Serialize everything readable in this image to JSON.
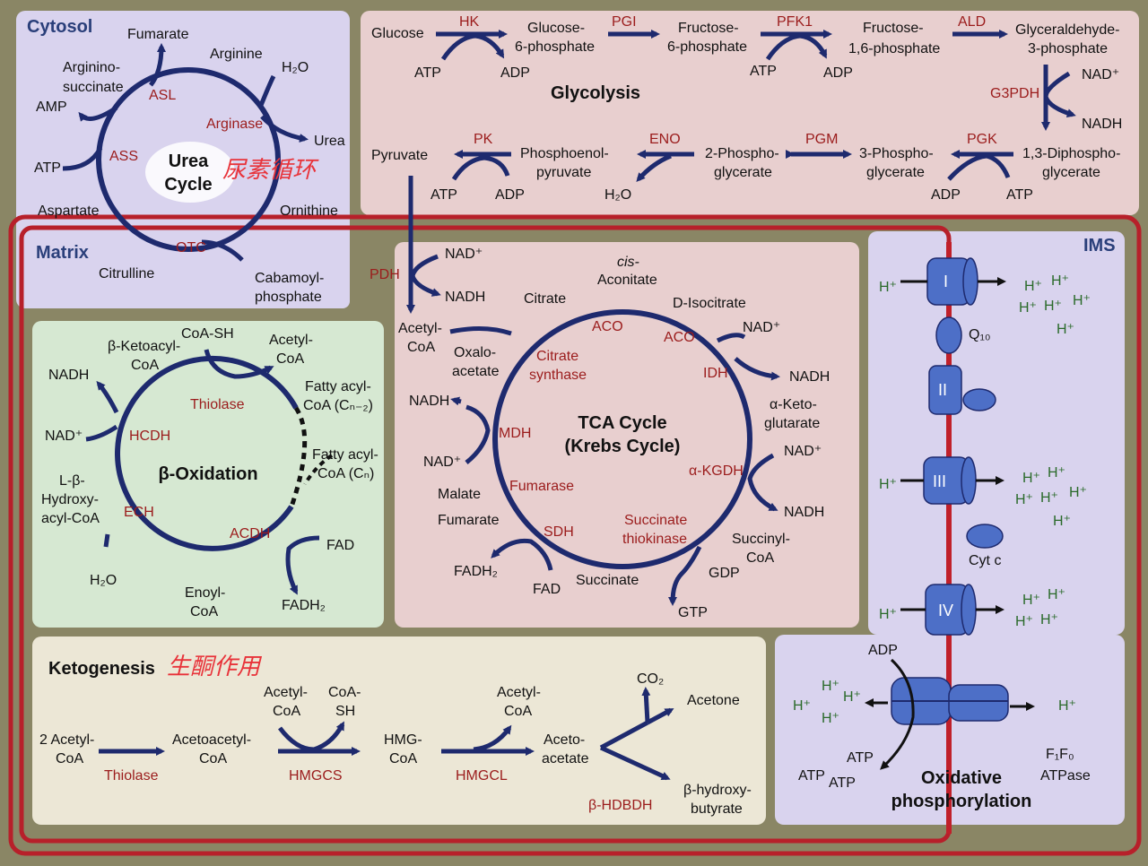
{
  "compartments": {
    "cytosol": "Cytosol",
    "matrix": "Matrix",
    "ims": "IMS"
  },
  "urea_cycle": {
    "title_line1": "Urea",
    "title_line2": "Cycle",
    "annotation": "尿素循环",
    "fumarate": "Fumarate",
    "arginine": "Arginine",
    "h2o": "H₂O",
    "urea": "Urea",
    "argininosuccinate_line1": "Arginino-",
    "argininosuccinate_line2": "succinate",
    "amp": "AMP",
    "atp": "ATP",
    "aspartate": "Aspartate",
    "ornithine": "Ornithine",
    "citrulline": "Citrulline",
    "carbamoyl_line1": "Cabamoyl-",
    "carbamoyl_line2": "phosphate",
    "enzymes": {
      "asl": "ASL",
      "arginase": "Arginase",
      "ass": "ASS",
      "otc": "OTC"
    }
  },
  "glycolysis": {
    "title": "Glycolysis",
    "glucose": "Glucose",
    "g6p_line1": "Glucose-",
    "g6p_line2": "6-phosphate",
    "f6p_line1": "Fructose-",
    "f6p_line2": "6-phosphate",
    "f16bp_line1": "Fructose-",
    "f16bp_line2": "1,6-phosphate",
    "gap_line1": "Glyceraldehyde-",
    "gap_line2": "3-phosphate",
    "nad_plus": "NAD⁺",
    "nadh": "NADH",
    "bpg_line1": "1,3-Diphospho-",
    "bpg_line2": "glycerate",
    "pg3_line1": "3-Phospho-",
    "pg3_line2": "glycerate",
    "pg2_line1": "2-Phospho-",
    "pg2_line2": "glycerate",
    "pep_line1": "Phosphoenol-",
    "pep_line2": "pyruvate",
    "pyruvate": "Pyruvate",
    "atp": "ATP",
    "adp": "ADP",
    "h2o": "H₂O",
    "enzymes": {
      "hk": "HK",
      "pgi": "PGI",
      "pfk1": "PFK1",
      "ald": "ALD",
      "g3pdh": "G3PDH",
      "pgk": "PGK",
      "pgm": "PGM",
      "eno": "ENO",
      "pk": "PK"
    }
  },
  "pdh": {
    "enzyme": "PDH",
    "nad_plus": "NAD⁺",
    "nadh": "NADH"
  },
  "tca": {
    "title_line1": "TCA Cycle",
    "title_line2": "(Krebs Cycle)",
    "acetyl_coa_line1": "Acetyl-",
    "acetyl_coa_line2": "CoA",
    "oxaloacetate_line1": "Oxalo-",
    "oxaloacetate_line2": "acetate",
    "citrate": "Citrate",
    "cis_line1": "cis-",
    "cis_line2": "Aconitate",
    "isocitrate": "D-Isocitrate",
    "akg_line1": "α-Keto-",
    "akg_line2": "glutarate",
    "succinyl_line1": "Succinyl-",
    "succinyl_line2": "CoA",
    "succinate": "Succinate",
    "fumarate": "Fumarate",
    "malate": "Malate",
    "nad_plus": "NAD⁺",
    "nadh": "NADH",
    "gdp": "GDP",
    "gtp": "GTP",
    "fad": "FAD",
    "fadh2": "FADH₂",
    "enzymes": {
      "aco": "ACO",
      "citrate_synthase_line1": "Citrate",
      "citrate_synthase_line2": "synthase",
      "idh": "IDH",
      "akgdh": "α-KGDH",
      "succ_thio_line1": "Succinate",
      "succ_thio_line2": "thiokinase",
      "sdh": "SDH",
      "fumarase": "Fumarase",
      "mdh": "MDH"
    }
  },
  "beta_oxidation": {
    "title": "β-Oxidation",
    "ketoacyl_line1": "β-Ketoacyl-",
    "ketoacyl_line2": "CoA",
    "coash": "CoA-SH",
    "acetyl_coa_line1": "Acetyl-",
    "acetyl_coa_line2": "CoA",
    "fatty_n2_line1": "Fatty acyl-",
    "fatty_n2_line2": "CoA (Cₙ₋₂)",
    "fatty_n_line1": "Fatty acyl-",
    "fatty_n_line2": "CoA (Cₙ)",
    "nadh": "NADH",
    "nad_plus": "NAD⁺",
    "hydroxyacyl_line1": "L-β-",
    "hydroxyacyl_line2": "Hydroxy-",
    "hydroxyacyl_line3": "acyl-CoA",
    "h2o": "H₂O",
    "enoyl_line1": "Enoyl-",
    "enoyl_line2": "CoA",
    "fad": "FAD",
    "fadh2": "FADH₂",
    "enzymes": {
      "thiolase": "Thiolase",
      "hcdh": "HCDH",
      "ech": "ECH",
      "acdh": "ACDH"
    }
  },
  "ketogenesis": {
    "title": "Ketogenesis",
    "annotation": "生酮作用",
    "acetyl2_line1": "2 Acetyl-",
    "acetyl2_line2": "CoA",
    "acetoacetyl_line1": "Acetoacetyl-",
    "acetoacetyl_line2": "CoA",
    "acetyl_line1": "Acetyl-",
    "acetyl_line2": "CoA",
    "coash_line1": "CoA-",
    "coash_line2": "SH",
    "hmg_line1": "HMG-",
    "hmg_line2": "CoA",
    "acetyl_b_line1": "Acetyl-",
    "acetyl_b_line2": "CoA",
    "acetoacetate_line1": "Aceto-",
    "acetoacetate_line2": "acetate",
    "co2": "CO₂",
    "acetone": "Acetone",
    "hb_line1": "β-hydroxy-",
    "hb_line2": "butyrate",
    "enzymes": {
      "thiolase": "Thiolase",
      "hmgcs": "HMGCS",
      "hmgcl": "HMGCL",
      "hbdh": "β-HDBDH"
    }
  },
  "oxphos": {
    "title_line1": "Oxidative",
    "title_line2": "phosphorylation",
    "complex1": "I",
    "complex2": "II",
    "complex3": "III",
    "complex4": "IV",
    "q10": "Q₁₀",
    "cytc": "Cyt c",
    "proton": "H⁺",
    "adp": "ADP",
    "atp": "ATP",
    "atpase_line1": "F₁F₀",
    "atpase_line2": "ATPase"
  }
}
